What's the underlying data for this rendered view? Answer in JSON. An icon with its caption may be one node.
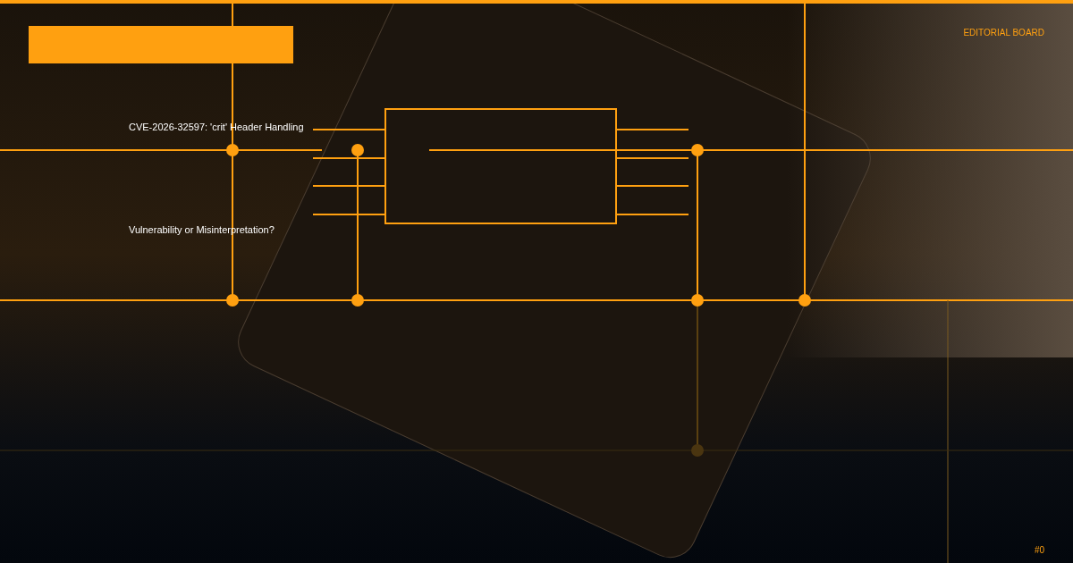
{
  "diagram": {
    "title": "CVE-2026-32597: 'crit' Header Handling Vulnerability or Misinterpretation?",
    "labels": [
      "EDITORIAL BOARD",
      "#0"
    ]
  }
}
